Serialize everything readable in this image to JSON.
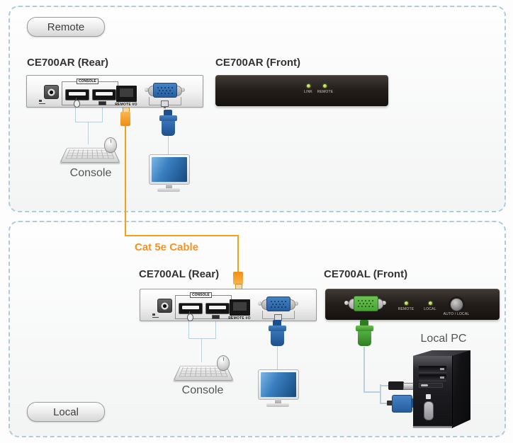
{
  "sections": {
    "remote": {
      "label": "Remote"
    },
    "local": {
      "label": "Local"
    }
  },
  "devices": {
    "ce700ar_rear": {
      "title": "CE700AR (Rear)",
      "console_group_label": "CONSOLE",
      "rj45_label": "REMOTE I/O"
    },
    "ce700ar_front": {
      "title": "CE700AR (Front)",
      "leds": [
        "LINK",
        "REMOTE"
      ]
    },
    "ce700al_rear": {
      "title": "CE700AL (Rear)",
      "console_group_label": "CONSOLE",
      "rj45_label": "REMOTE I/O"
    },
    "ce700al_front": {
      "title": "CE700AL (Front)",
      "leds": [
        "REMOTE",
        "LOCAL"
      ],
      "button_label": "AUTO / LOCAL"
    }
  },
  "labels": {
    "cat5e_cable": "Cat 5e Cable",
    "remote_console": "Console",
    "local_console": "Console",
    "local_pc": "Local PC"
  },
  "colors": {
    "cable_orange": "#F6A01A",
    "cable_label_orange": "#F6921E",
    "connection_line": "#BACFD9",
    "vga_blue": "#2F6DB5",
    "vga_green": "#5CB947",
    "led_green": "#A6CE39",
    "section_border": "#AFCBDE"
  }
}
